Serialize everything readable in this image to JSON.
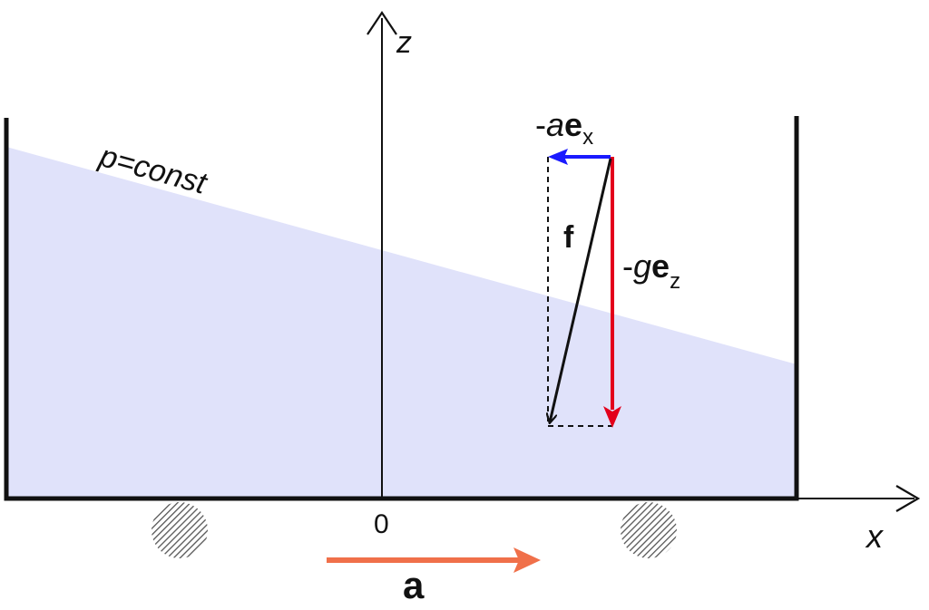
{
  "labels": {
    "z_axis": "z",
    "x_axis": "x",
    "origin": "0",
    "isobar": "p=const",
    "accel": "a",
    "force": "f",
    "neg_a_sign": "-",
    "neg_a_coef": "a",
    "neg_a_vec": "e",
    "neg_a_sub": "x",
    "neg_g_sign": "-",
    "neg_g_coef": "g",
    "neg_g_vec": "e",
    "neg_g_sub": "z"
  },
  "colors": {
    "fluid": "#e0e2fa",
    "container": "#111111",
    "axes": "#111111",
    "neg_a_arrow": "#1a1aff",
    "neg_g_arrow": "#e3001b",
    "force_arrow": "#111111",
    "accel_arrow": "#f0704a",
    "wheel_hatch": "#555555"
  },
  "icons": {
    "wheels": "hatched-wheel-icon"
  }
}
